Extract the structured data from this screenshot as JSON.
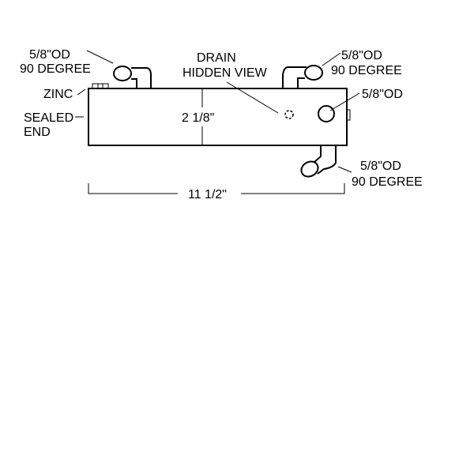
{
  "labels": {
    "top_left_fitting": [
      "5/8\"OD",
      "90 DEGREE"
    ],
    "zinc": "ZINC",
    "sealed_end": [
      "SEALED",
      "END"
    ],
    "drain": [
      "DRAIN",
      "HIDDEN VIEW"
    ],
    "height_dim": "2 1/8\"",
    "top_right_fitting": [
      "5/8\"OD",
      "90 DEGREE"
    ],
    "side_port": "5/8\"OD",
    "bottom_fitting": [
      "5/8\"OD",
      "90 DEGREE"
    ],
    "length_dim": "11 1/2\""
  }
}
